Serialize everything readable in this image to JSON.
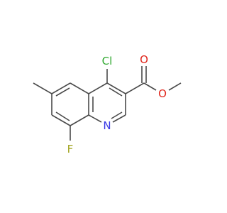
{
  "colors": {
    "bond": "#4a4a4a",
    "carbon": "#4a4a4a",
    "chlorine": "#2fa82f",
    "oxygen": "#e0251b",
    "nitrogen": "#3a3ae6",
    "fluorine": "#a0a31c"
  },
  "atoms": {
    "cl": {
      "label": "Cl",
      "element": "chlorine"
    },
    "o_carbonyl": {
      "label": "O",
      "element": "oxygen"
    },
    "o_ester": {
      "label": "O",
      "element": "oxygen"
    },
    "n": {
      "label": "N",
      "element": "nitrogen"
    },
    "f": {
      "label": "F",
      "element": "fluorine"
    }
  }
}
